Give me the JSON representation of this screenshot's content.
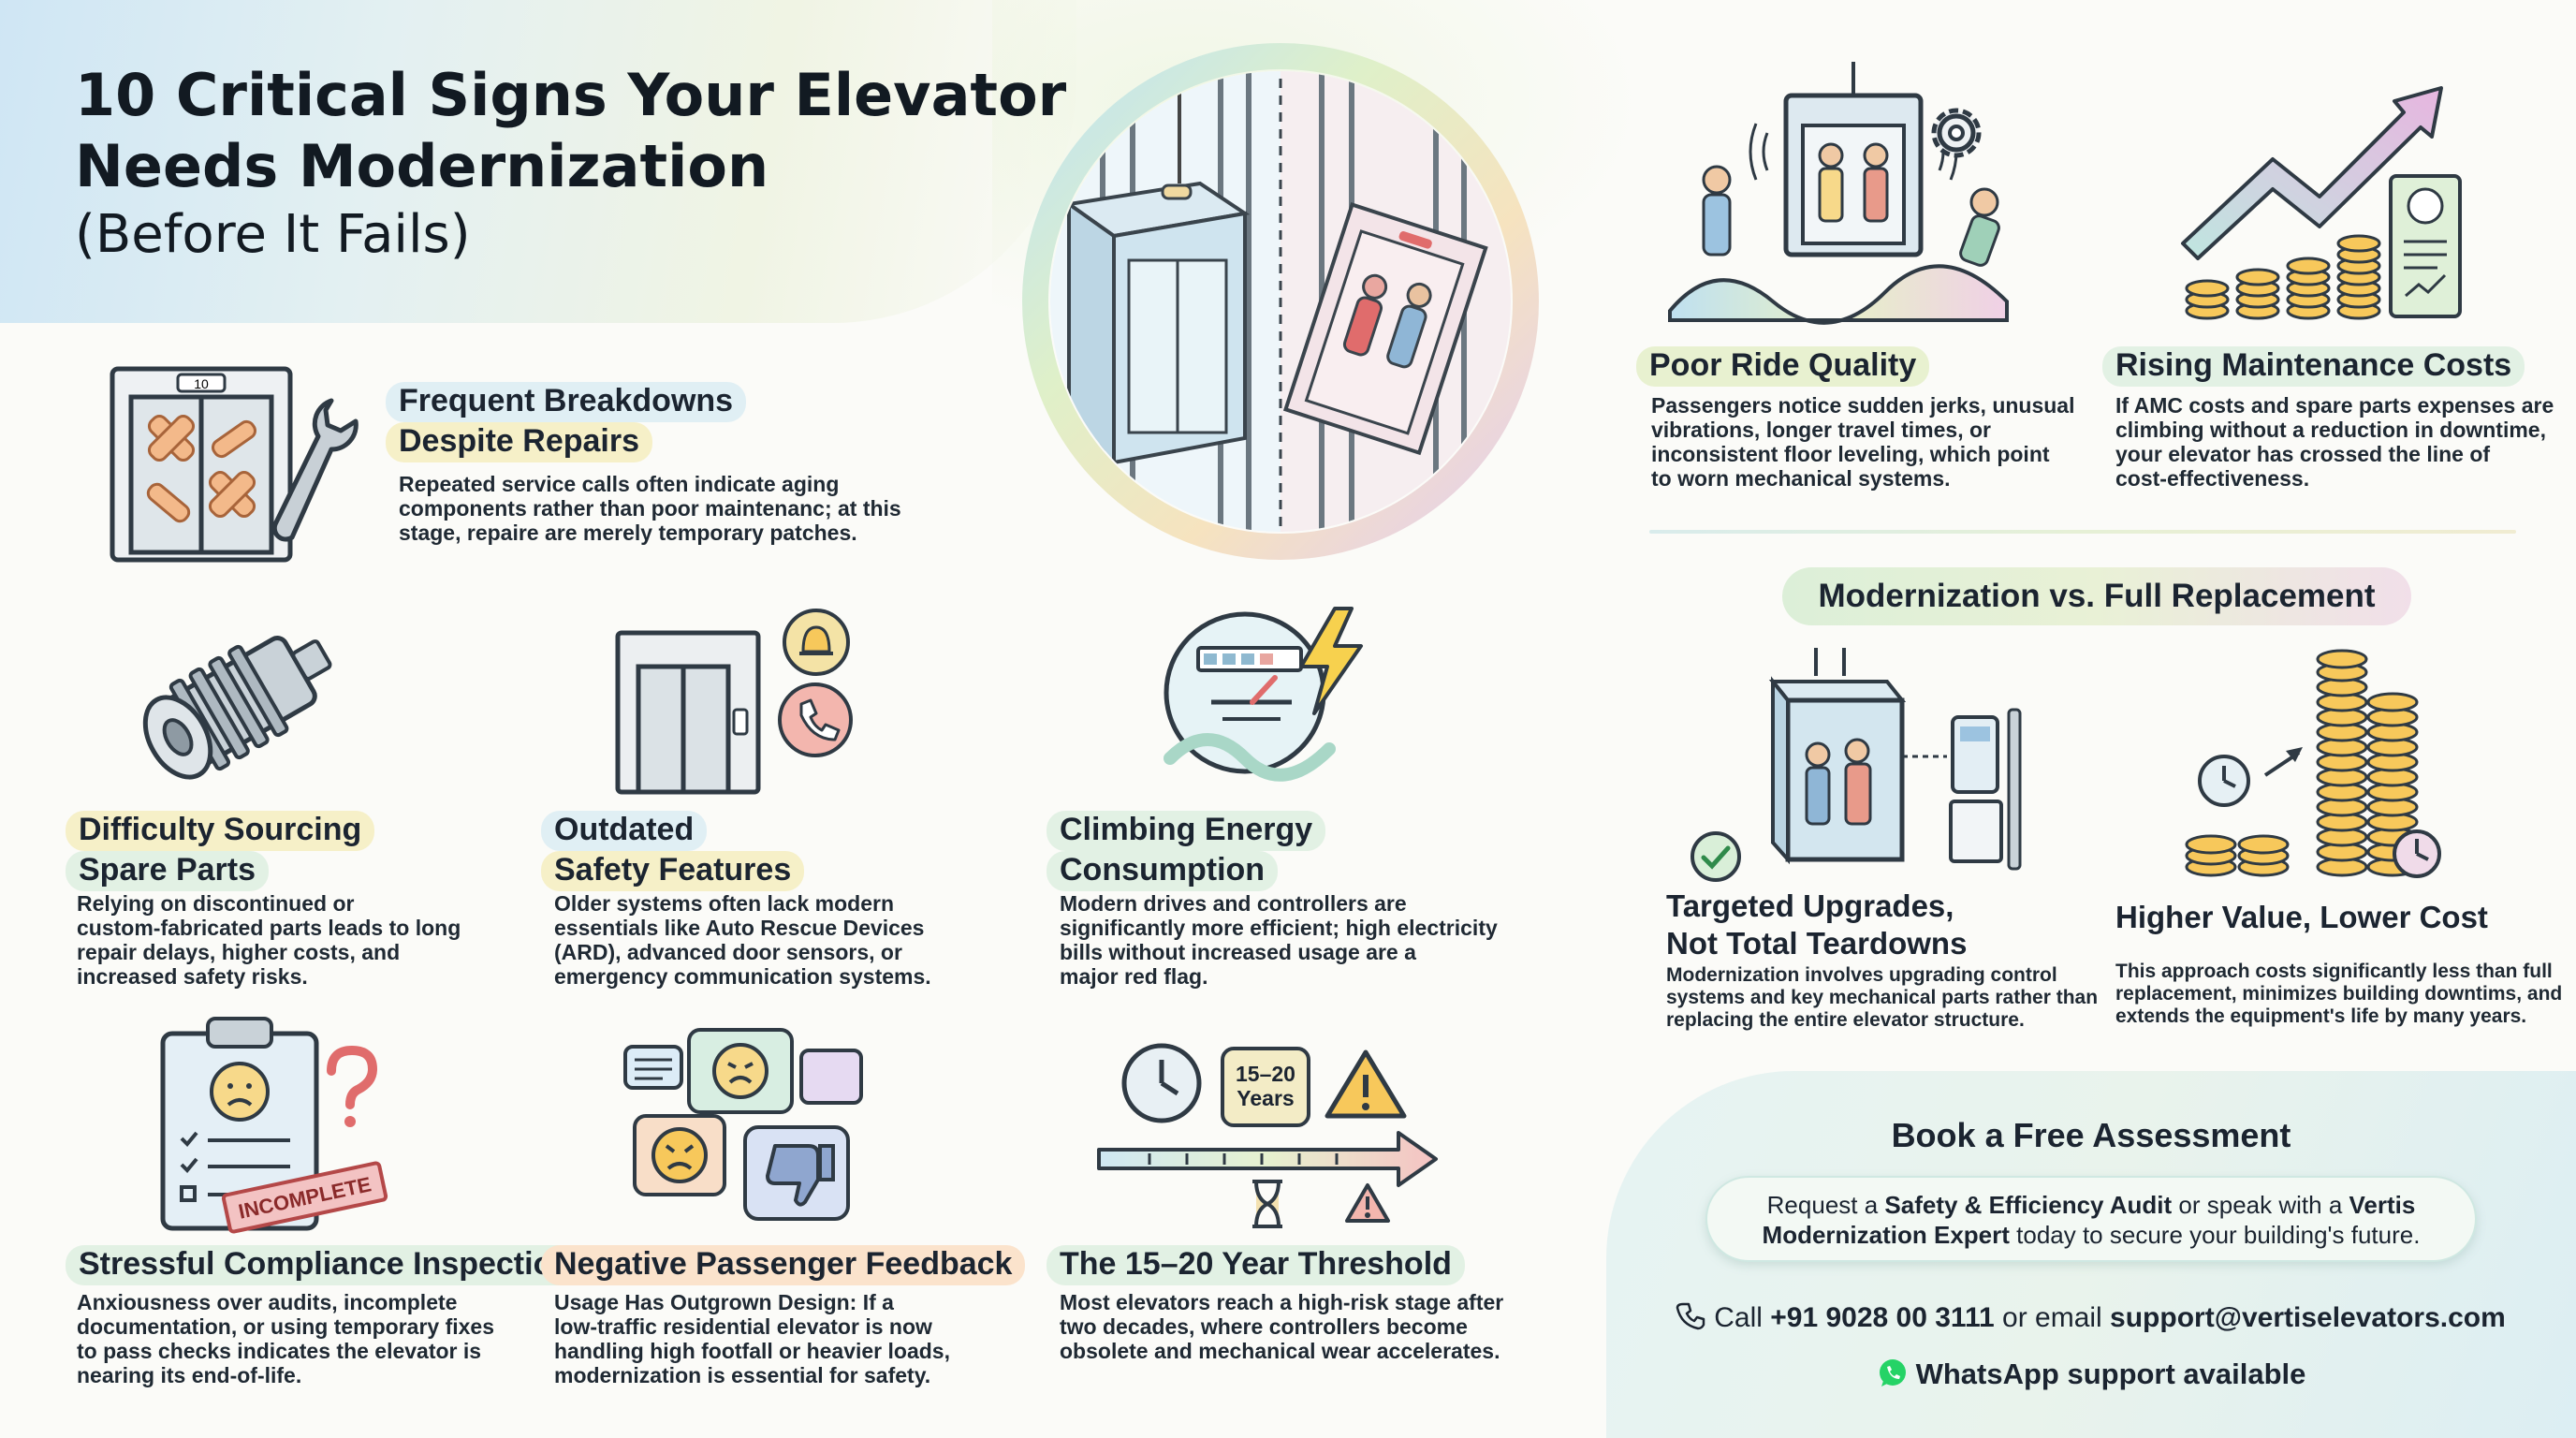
{
  "header": {
    "title": "10 Critical Signs Your Elevator Needs Modernization",
    "subtitle": "(Before It Fails)"
  },
  "signs": [
    {
      "heading_1": "Frequent Breakdowns",
      "heading_2": "Despite Repairs",
      "body": [
        "Repeated service calls often indicate aging",
        "components rather than poor maintenanc; at this",
        "stage, repaire are merely temporary patches."
      ]
    },
    {
      "heading_1": "Difficulty Sourcing",
      "heading_2": "Spare Parts",
      "body": [
        "Relying on discontinued or",
        "custom-fabricated parts leads to long",
        "repair delays, higher costs, and",
        "increased safety risks."
      ]
    },
    {
      "heading_1": "Outdated",
      "heading_2": "Safety Features",
      "body": [
        "Older systems often lack modern",
        "essentials like Auto Rescue Devices",
        "(ARD), advanced door sensors, or",
        "emergency communication systems."
      ]
    },
    {
      "heading_1": "Climbing Energy",
      "heading_2": "Consumption",
      "body": [
        "Modern drives and controllers are",
        "significantly more efficient; high electricity",
        "bills without increased usage are a",
        "major red flag."
      ]
    },
    {
      "heading_1": "Stressful Compliance Inspections",
      "body": [
        "Anxiousness over audits, incomplete",
        "documentation, or using temporary fixes",
        "to pass checks indicates the elevator is",
        "nearing its end-of-life."
      ]
    },
    {
      "heading_1": "Negative Passenger Feedback",
      "body": [
        "Usage Has Outgrown Design: If a",
        "low-traffic residential elevator is now",
        "handling high footfall or heavier loads,",
        "modernization is essential for safety."
      ]
    },
    {
      "heading_1": "The 15–20 Year Threshold",
      "body": [
        "Most elevators reach a high-risk stage after",
        "two decades, where controllers become",
        "obsolete and mechanical wear accelerates."
      ]
    },
    {
      "heading_1": "Poor Ride Quality",
      "body": [
        "Passengers notice sudden jerks, unusual",
        "vibrations, longer travel times, or",
        "inconsistent floor leveling, which point",
        "to worn mechanical systems."
      ]
    },
    {
      "heading_1": "Rising Maintenance Costs",
      "body": [
        "If AMC costs and spare parts expenses are",
        "climbing without a reduction in downtime,",
        "your elevator has crossed the line of",
        "cost-effectiveness."
      ]
    }
  ],
  "comparison": {
    "title": "Modernization vs. Full Replacement",
    "left": {
      "heading_1": "Targeted Upgrades,",
      "heading_2": "Not Total Teardowns",
      "body": [
        "Modernization involves upgrading control",
        "systems and key mechanical parts rather than",
        "replacing the entire elevator structure."
      ]
    },
    "right": {
      "heading_1": "Higher Value, Lower Cost",
      "body": [
        "This approach costs significantly less than full",
        "replacement, minimizes building downtims, and",
        "extends the equipment's life by many years."
      ]
    }
  },
  "illustration_text": {
    "incomplete_stamp": "INCOMPLETE",
    "years_badge_1": "15–20",
    "years_badge_2": "Years",
    "elevator_panel": "10"
  },
  "cta": {
    "title": "Book a Free Assessment",
    "line1_a": "Request a ",
    "line1_b": "Safety & Efficiency Audit",
    "line1_c": " or speak with a ",
    "line1_d": "Vertis",
    "line2_a": "Modernization Expert",
    "line2_b": " today to secure your building's future.",
    "contact_a": "Call ",
    "phone": "+91 9028 00 3111",
    "contact_b": " or email ",
    "email": "support@vertiselevators.com",
    "whatsapp": "WhatsApp support available"
  },
  "colors": {
    "ink": "#1b2430",
    "highlight_blue": "#e0eff4",
    "highlight_yellow": "#f6f0c8",
    "highlight_mint": "#e2f1e4",
    "highlight_pink": "#f6e6e1",
    "highlight_peach": "#fbe3cc",
    "whatsapp_green": "#25d366"
  },
  "icons": [
    "elevator-bandaged-icon",
    "wrench-icon",
    "gear-part-icon",
    "old-elevator-icon",
    "alarm-bell-icon",
    "phone-icon",
    "energy-meter-icon",
    "lightning-icon",
    "clipboard-icon",
    "question-mark-icon",
    "chat-bubbles-icon",
    "thumbs-down-icon",
    "clock-icon",
    "warning-icon",
    "hourglass-icon",
    "jerky-ride-icon",
    "gear-icon",
    "rising-costs-icon",
    "modern-elevator-icon",
    "checkmark-icon",
    "coin-stacks-icon",
    "phone-handset-icon",
    "whatsapp-icon"
  ]
}
